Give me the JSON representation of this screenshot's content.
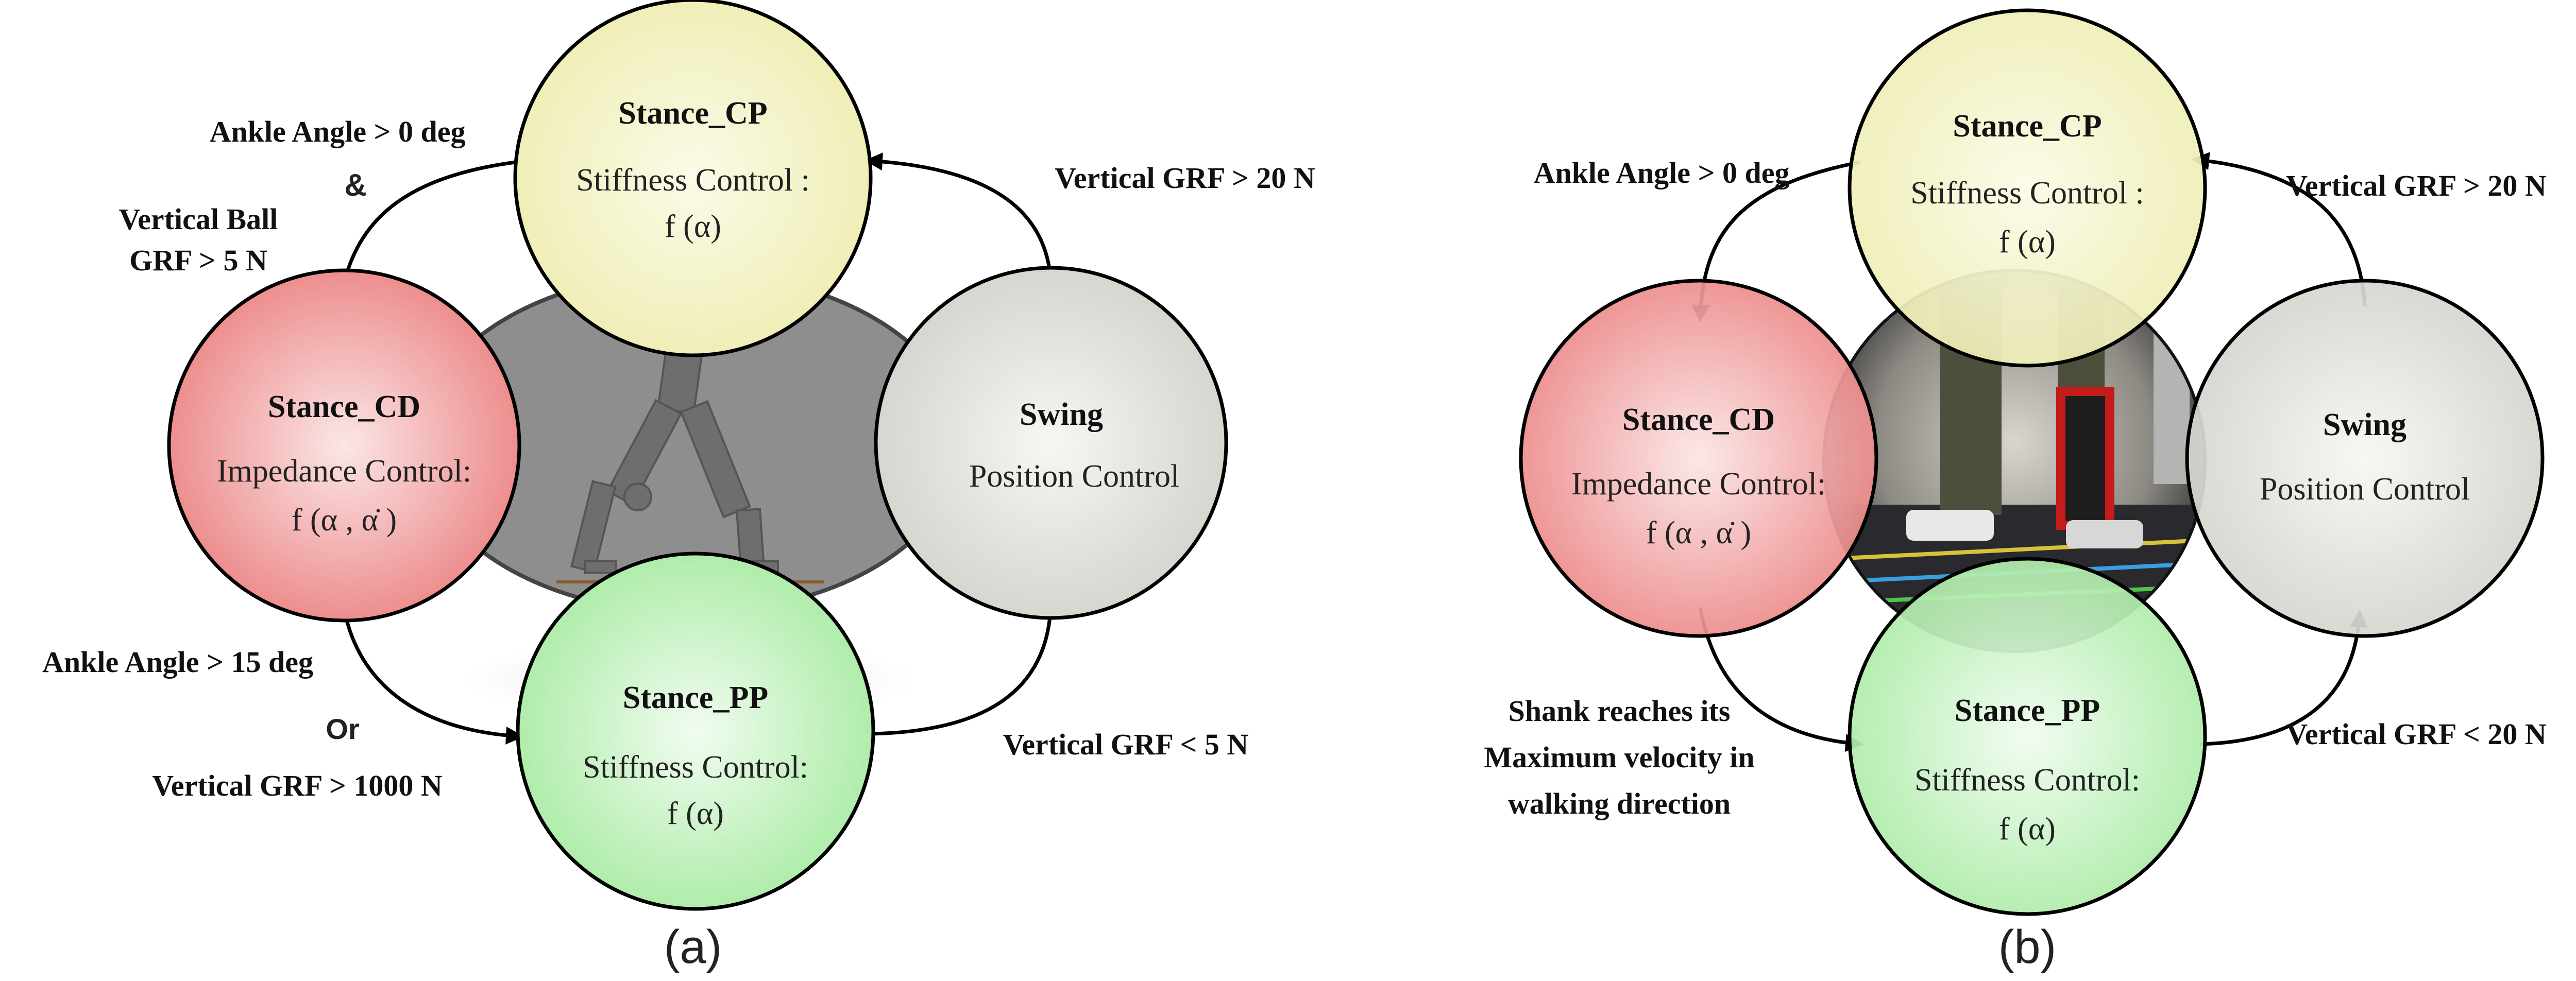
{
  "panels": [
    {
      "caption": "(a)",
      "states": {
        "stance_cp": {
          "title": "Stance_CP",
          "line1": "Stiffness Control :",
          "line2": "f (α)"
        },
        "stance_cd": {
          "title": "Stance_CD",
          "line1": "Impedance Control:",
          "line2": "f (α , α̇ )"
        },
        "swing": {
          "title": "Swing",
          "line1": "Position Control"
        },
        "stance_pp": {
          "title": "Stance_PP",
          "line1": "Stiffness Control:",
          "line2": "f (α)"
        }
      },
      "transitions": {
        "cp_to_cd": [
          "Ankle Angle > 0 deg",
          "&",
          "Vertical Ball",
          "GRF > 5 N"
        ],
        "swing_to_cp": [
          "Vertical GRF > 20 N"
        ],
        "cd_to_pp": [
          "Ankle Angle > 15 deg",
          "Or",
          "Vertical GRF > 1000 N"
        ],
        "pp_to_swing": [
          "Vertical GRF < 5 N"
        ]
      }
    },
    {
      "caption": "(b)",
      "states": {
        "stance_cp": {
          "title": "Stance_CP",
          "line1": "Stiffness Control :",
          "line2": "f (α)"
        },
        "stance_cd": {
          "title": "Stance_CD",
          "line1": "Impedance Control:",
          "line2": "f (α , α̇ )"
        },
        "swing": {
          "title": "Swing",
          "line1": "Position Control"
        },
        "stance_pp": {
          "title": "Stance_PP",
          "line1": "Stiffness Control:",
          "line2": "f (α)"
        }
      },
      "transitions": {
        "cp_to_cd": [
          "Ankle Angle > 0 deg"
        ],
        "swing_to_cp": [
          "Vertical GRF > 20 N"
        ],
        "cd_to_pp": [
          "Shank reaches its",
          "Maximum velocity in",
          "walking direction"
        ],
        "pp_to_swing": [
          "Vertical GRF < 20 N"
        ]
      }
    }
  ],
  "colors": {
    "stance_cp": "#f4f3c4",
    "stance_cd": "#ef8f8f",
    "swing": "#dcdcd6",
    "stance_pp": "#b8efb4"
  }
}
